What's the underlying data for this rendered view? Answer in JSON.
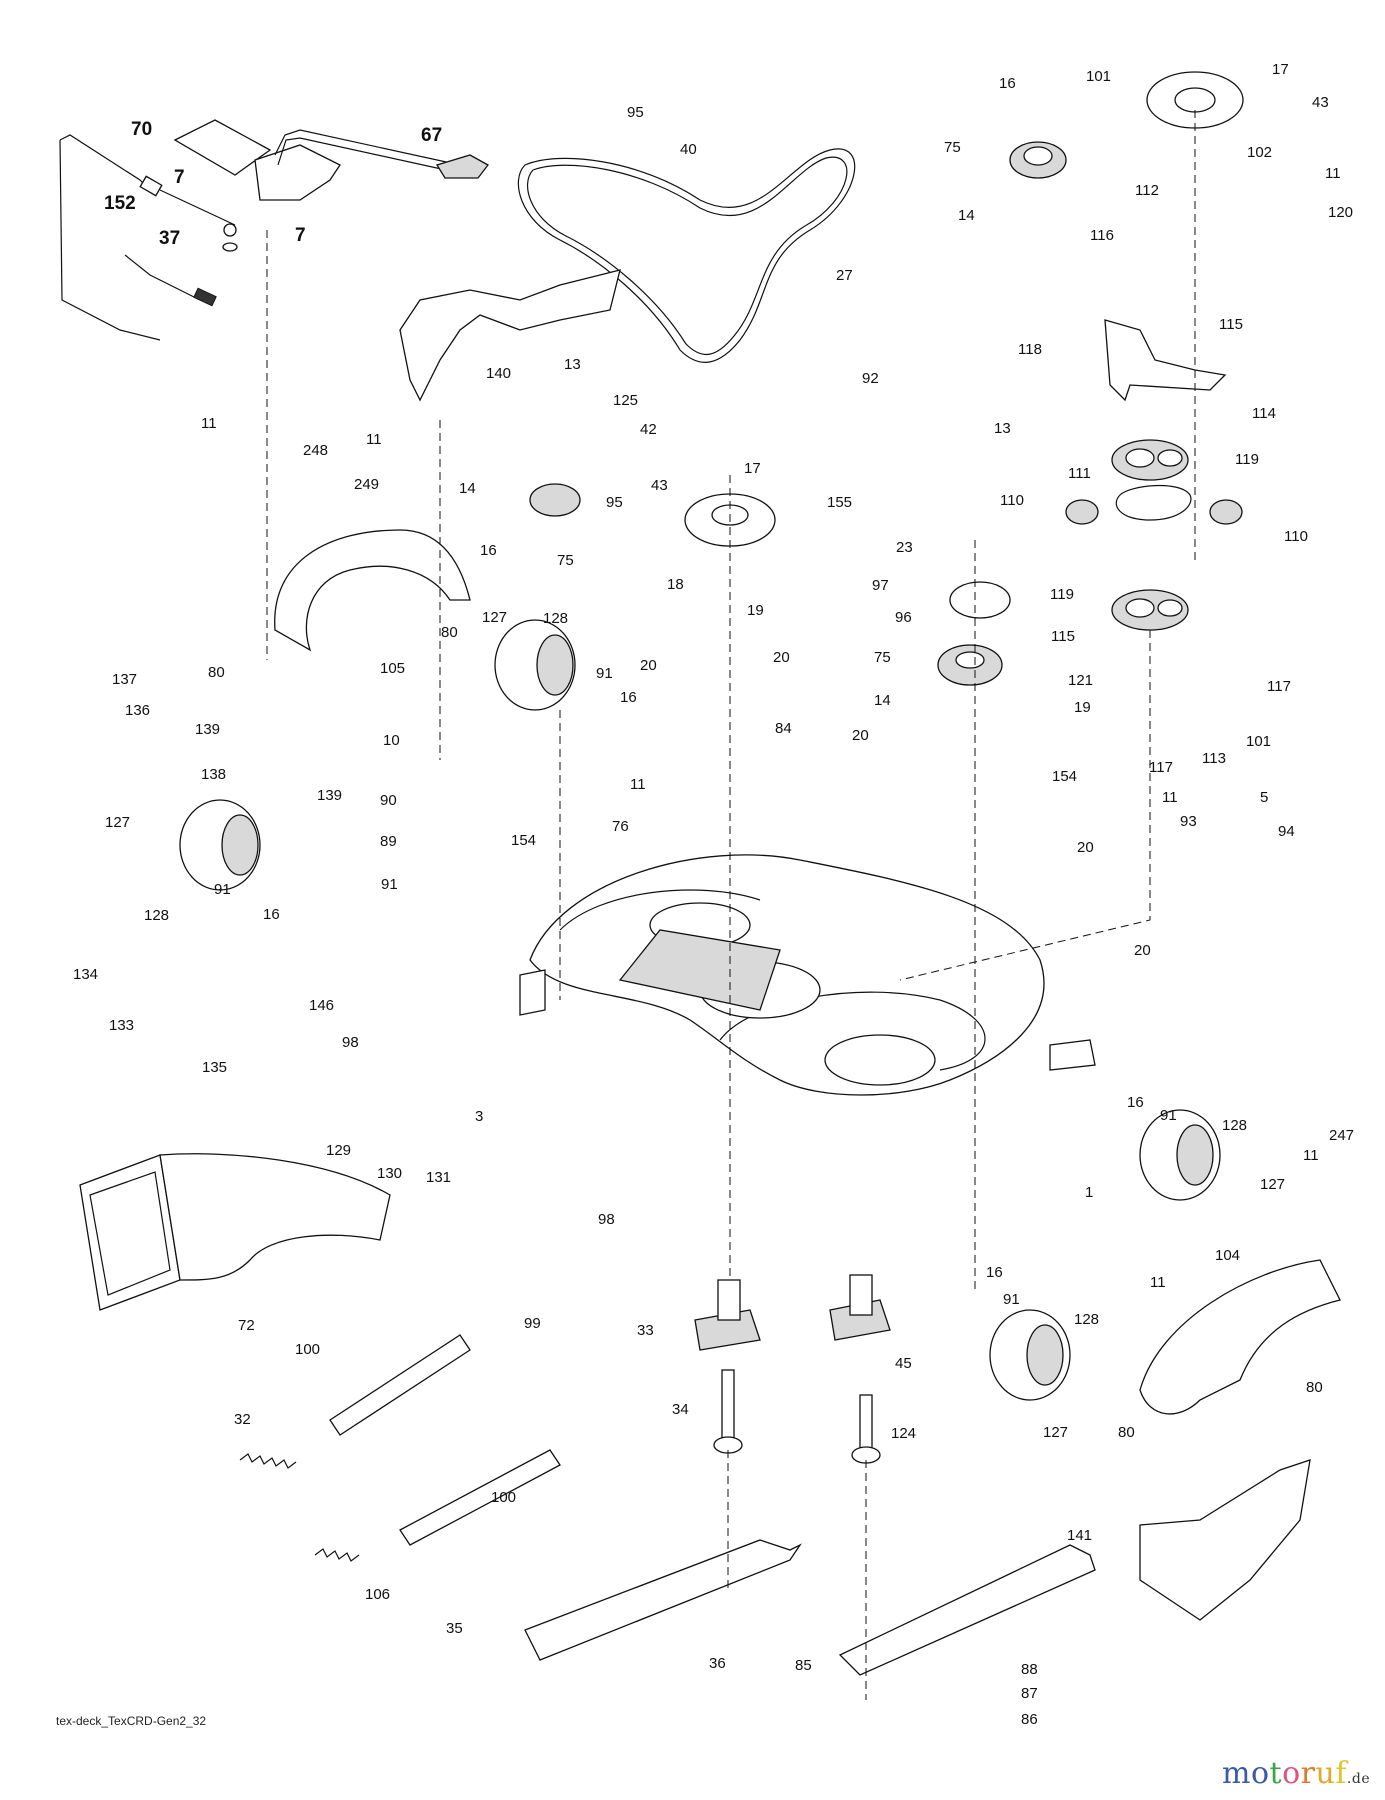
{
  "diagram": {
    "title": "Mower deck exploded parts view",
    "drawing_code": "tex-deck_TexCRD-Gen2_32",
    "watermark": {
      "letters": [
        {
          "ch": "m",
          "color": "#3b5ba9"
        },
        {
          "ch": "o",
          "color": "#3b5ba9"
        },
        {
          "ch": "t",
          "color": "#3aa64a"
        },
        {
          "ch": "o",
          "color": "#e0527f"
        },
        {
          "ch": "r",
          "color": "#e07a2c"
        },
        {
          "ch": "u",
          "color": "#e0a92c"
        },
        {
          "ch": "f",
          "color": "#e0c42c"
        }
      ],
      "tld": ".de"
    },
    "callouts": [
      {
        "id": "c1",
        "text": "70",
        "big": true
      },
      {
        "id": "c2",
        "text": "67",
        "big": true
      },
      {
        "id": "c3",
        "text": "7",
        "big": true
      },
      {
        "id": "c4",
        "text": "152",
        "big": true
      },
      {
        "id": "c5",
        "text": "37",
        "big": true
      },
      {
        "id": "c6",
        "text": "7",
        "big": true
      },
      {
        "id": "c7",
        "text": "95"
      },
      {
        "id": "c8",
        "text": "40"
      },
      {
        "id": "c9",
        "text": "27"
      },
      {
        "id": "c10",
        "text": "140"
      },
      {
        "id": "c11",
        "text": "13"
      },
      {
        "id": "c12",
        "text": "125"
      },
      {
        "id": "c13",
        "text": "42"
      },
      {
        "id": "c14",
        "text": "95"
      },
      {
        "id": "c15",
        "text": "14"
      },
      {
        "id": "c16",
        "text": "16"
      },
      {
        "id": "c17",
        "text": "75"
      },
      {
        "id": "c18",
        "text": "11"
      },
      {
        "id": "c19",
        "text": "248"
      },
      {
        "id": "c20",
        "text": "11"
      },
      {
        "id": "c21",
        "text": "249"
      },
      {
        "id": "c22",
        "text": "80"
      },
      {
        "id": "c23",
        "text": "105"
      },
      {
        "id": "c24",
        "text": "80"
      },
      {
        "id": "c25",
        "text": "92"
      },
      {
        "id": "c26",
        "text": "155"
      },
      {
        "id": "c27",
        "text": "43"
      },
      {
        "id": "c28",
        "text": "17"
      },
      {
        "id": "c29",
        "text": "18"
      },
      {
        "id": "c30",
        "text": "19"
      },
      {
        "id": "c31",
        "text": "127"
      },
      {
        "id": "c32",
        "text": "128"
      },
      {
        "id": "c33",
        "text": "91"
      },
      {
        "id": "c34",
        "text": "16"
      },
      {
        "id": "c35",
        "text": "20"
      },
      {
        "id": "c36",
        "text": "20"
      },
      {
        "id": "c37",
        "text": "84"
      },
      {
        "id": "c38",
        "text": "20"
      },
      {
        "id": "c39",
        "text": "11"
      },
      {
        "id": "c40",
        "text": "76"
      },
      {
        "id": "c41",
        "text": "137"
      },
      {
        "id": "c42",
        "text": "136"
      },
      {
        "id": "c43",
        "text": "139"
      },
      {
        "id": "c44",
        "text": "138"
      },
      {
        "id": "c45",
        "text": "139"
      },
      {
        "id": "c46",
        "text": "10"
      },
      {
        "id": "c47",
        "text": "90"
      },
      {
        "id": "c48",
        "text": "89"
      },
      {
        "id": "c49",
        "text": "91"
      },
      {
        "id": "c50",
        "text": "127"
      },
      {
        "id": "c51",
        "text": "128"
      },
      {
        "id": "c52",
        "text": "91"
      },
      {
        "id": "c53",
        "text": "16"
      },
      {
        "id": "c54",
        "text": "154"
      },
      {
        "id": "c55",
        "text": "134"
      },
      {
        "id": "c56",
        "text": "146"
      },
      {
        "id": "c57",
        "text": "133"
      },
      {
        "id": "c58",
        "text": "135"
      },
      {
        "id": "c59",
        "text": "98"
      },
      {
        "id": "c60",
        "text": "3"
      },
      {
        "id": "c61",
        "text": "129"
      },
      {
        "id": "c62",
        "text": "130"
      },
      {
        "id": "c63",
        "text": "131"
      },
      {
        "id": "c64",
        "text": "98"
      },
      {
        "id": "c65",
        "text": "72"
      },
      {
        "id": "c66",
        "text": "16"
      },
      {
        "id": "c67",
        "text": "101"
      },
      {
        "id": "c68",
        "text": "17"
      },
      {
        "id": "c69",
        "text": "43"
      },
      {
        "id": "c70",
        "text": "75"
      },
      {
        "id": "c71",
        "text": "102"
      },
      {
        "id": "c72",
        "text": "112"
      },
      {
        "id": "c73",
        "text": "11"
      },
      {
        "id": "c74",
        "text": "14"
      },
      {
        "id": "c75",
        "text": "116"
      },
      {
        "id": "c76",
        "text": "120"
      },
      {
        "id": "c77",
        "text": "115"
      },
      {
        "id": "c78",
        "text": "118"
      },
      {
        "id": "c79",
        "text": "13"
      },
      {
        "id": "c80",
        "text": "114"
      },
      {
        "id": "c81",
        "text": "119"
      },
      {
        "id": "c82",
        "text": "111"
      },
      {
        "id": "c83",
        "text": "110"
      },
      {
        "id": "c84",
        "text": "110"
      },
      {
        "id": "c85",
        "text": "23"
      },
      {
        "id": "c86",
        "text": "97"
      },
      {
        "id": "c87",
        "text": "96"
      },
      {
        "id": "c88",
        "text": "75"
      },
      {
        "id": "c89",
        "text": "14"
      },
      {
        "id": "c90",
        "text": "119"
      },
      {
        "id": "c91",
        "text": "115"
      },
      {
        "id": "c92",
        "text": "121"
      },
      {
        "id": "c93",
        "text": "19"
      },
      {
        "id": "c94",
        "text": "117"
      },
      {
        "id": "c95",
        "text": "117"
      },
      {
        "id": "c96",
        "text": "113"
      },
      {
        "id": "c97",
        "text": "101"
      },
      {
        "id": "c98",
        "text": "154"
      },
      {
        "id": "c99",
        "text": "11"
      },
      {
        "id": "c100",
        "text": "93"
      },
      {
        "id": "c101",
        "text": "5"
      },
      {
        "id": "c102",
        "text": "94"
      },
      {
        "id": "c103",
        "text": "20"
      },
      {
        "id": "c104",
        "text": "20"
      },
      {
        "id": "c105",
        "text": "1"
      },
      {
        "id": "c106",
        "text": "16"
      },
      {
        "id": "c107",
        "text": "91"
      },
      {
        "id": "c108",
        "text": "128"
      },
      {
        "id": "c109",
        "text": "127"
      },
      {
        "id": "c110",
        "text": "11"
      },
      {
        "id": "c111",
        "text": "247"
      },
      {
        "id": "c112",
        "text": "104"
      },
      {
        "id": "c113",
        "text": "11"
      },
      {
        "id": "c114",
        "text": "80"
      },
      {
        "id": "c115",
        "text": "80"
      },
      {
        "id": "c116",
        "text": "33"
      },
      {
        "id": "c117",
        "text": "45"
      },
      {
        "id": "c118",
        "text": "16"
      },
      {
        "id": "c119",
        "text": "91"
      },
      {
        "id": "c120",
        "text": "128"
      },
      {
        "id": "c121",
        "text": "127"
      },
      {
        "id": "c122",
        "text": "34"
      },
      {
        "id": "c123",
        "text": "124"
      },
      {
        "id": "c124",
        "text": "99"
      },
      {
        "id": "c125",
        "text": "100"
      },
      {
        "id": "c126",
        "text": "100"
      },
      {
        "id": "c127",
        "text": "32"
      },
      {
        "id": "c128",
        "text": "106"
      },
      {
        "id": "c129",
        "text": "141"
      },
      {
        "id": "c130",
        "text": "35"
      },
      {
        "id": "c131",
        "text": "36"
      },
      {
        "id": "c132",
        "text": "85"
      },
      {
        "id": "c133",
        "text": "88"
      },
      {
        "id": "c134",
        "text": "87"
      },
      {
        "id": "c135",
        "text": "86"
      }
    ]
  }
}
